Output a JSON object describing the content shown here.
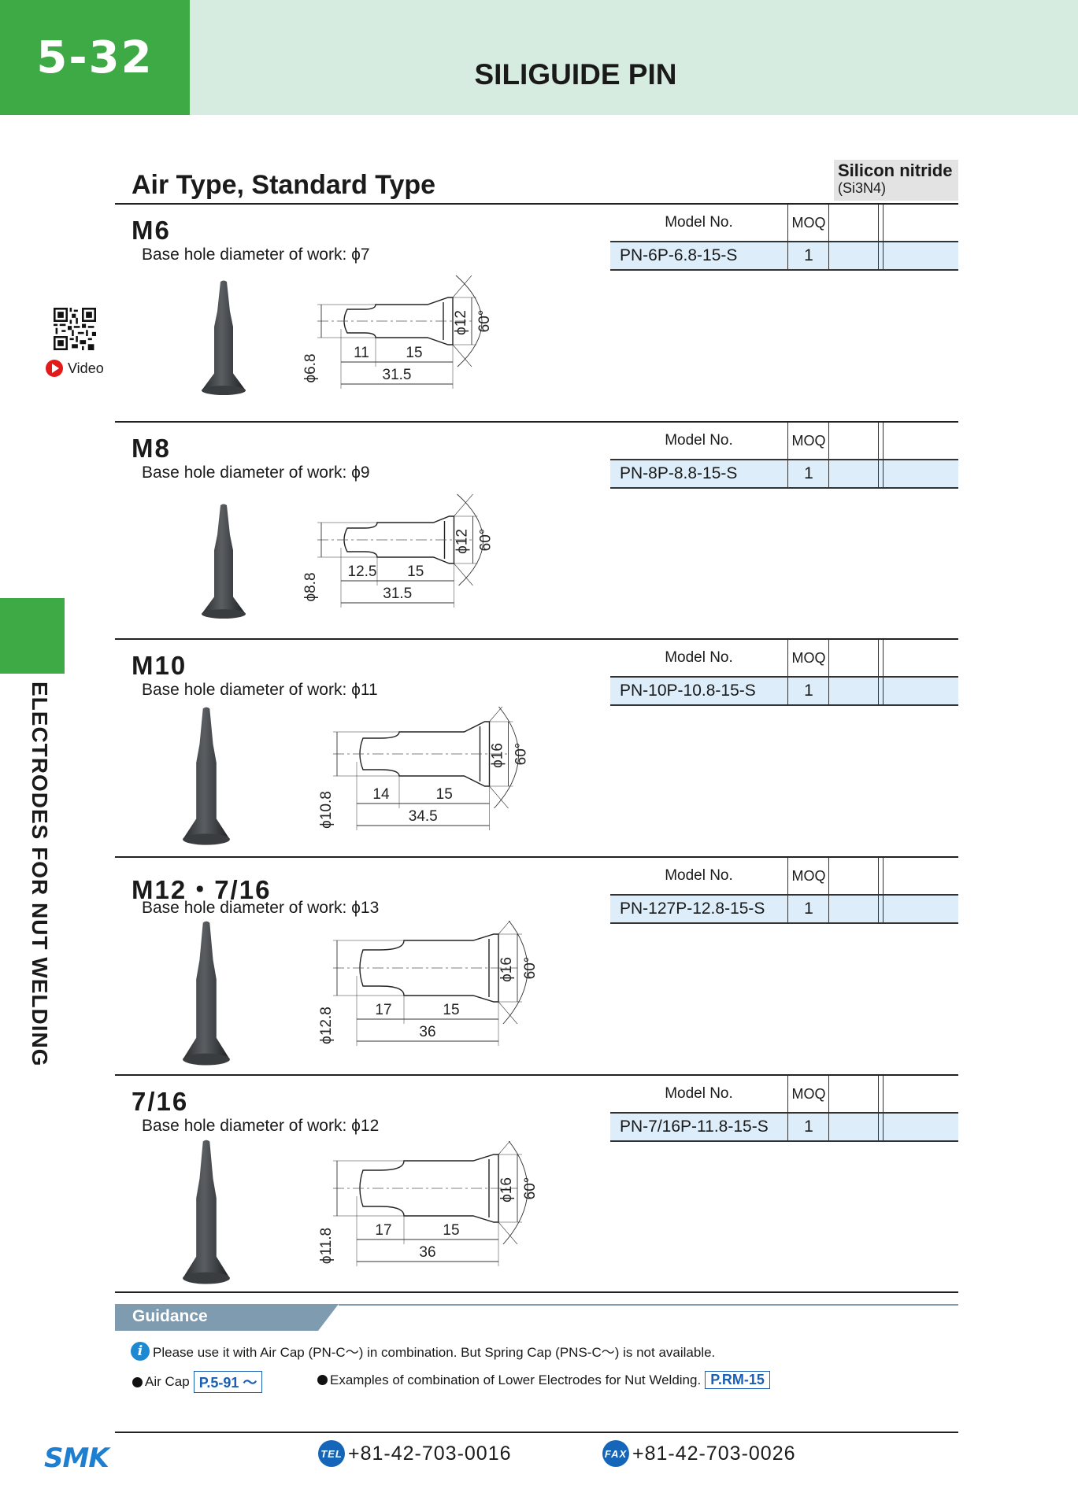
{
  "header": {
    "page_number": "5-32",
    "title": "SILIGUIDE PIN"
  },
  "section_title": "Air Type, Standard Type",
  "material": {
    "name": "Silicon nitride",
    "formula": "(Si3N4)"
  },
  "side_tab": {
    "label": "ELECTRODES FOR NUT WELDING"
  },
  "video": {
    "label": "Video"
  },
  "table_headers": {
    "model": "Model No.",
    "moq": "MOQ"
  },
  "products": [
    {
      "size": "M6",
      "base_hole": "Base hole diameter of work: ϕ7",
      "model": "PN-6P-6.8-15-S",
      "moq": "1",
      "dims": {
        "tip_dia": "ϕ6.8",
        "flange_dia": "ϕ12",
        "angle": "60°",
        "len_a": "11",
        "len_b": "15",
        "total": "31.5"
      }
    },
    {
      "size": "M8",
      "base_hole": "Base hole diameter of work: ϕ9",
      "model": "PN-8P-8.8-15-S",
      "moq": "1",
      "dims": {
        "tip_dia": "ϕ8.8",
        "flange_dia": "ϕ12",
        "angle": "60°",
        "len_a": "12.5",
        "len_b": "15",
        "total": "31.5"
      }
    },
    {
      "size": "M10",
      "base_hole": "Base hole diameter of work: ϕ11",
      "model": "PN-10P-10.8-15-S",
      "moq": "1",
      "dims": {
        "tip_dia": "ϕ10.8",
        "flange_dia": "ϕ16",
        "angle": "60°",
        "len_a": "14",
        "len_b": "15",
        "total": "34.5"
      }
    },
    {
      "size": "M12・7/16",
      "base_hole": "Base hole diameter of work: ϕ13",
      "model": "PN-127P-12.8-15-S",
      "moq": "1",
      "dims": {
        "tip_dia": "ϕ12.8",
        "flange_dia": "ϕ16",
        "angle": "60°",
        "len_a": "17",
        "len_b": "15",
        "total": "36"
      }
    },
    {
      "size": "7/16",
      "base_hole": "Base hole diameter of work: ϕ12",
      "model": "PN-7/16P-11.8-15-S",
      "moq": "1",
      "dims": {
        "tip_dia": "ϕ11.8",
        "flange_dia": "ϕ16",
        "angle": "60°",
        "len_a": "17",
        "len_b": "15",
        "total": "36"
      }
    }
  ],
  "guidance": {
    "label": "Guidance",
    "note": "Please use it with Air Cap (PN-C〜) in combination. But Spring Cap (PNS-C〜) is not available.",
    "ref1_text": "Air Cap",
    "ref1_link": "P.5-91 〜",
    "ref2_text": "Examples of combination of Lower Electrodes for Nut Welding.",
    "ref2_link": "P.RM-15"
  },
  "footer": {
    "brand": "SMK",
    "tel_label": "TEL",
    "tel": "+81-42-703-0016",
    "fax_label": "FAX",
    "fax": "+81-42-703-0026"
  },
  "colors": {
    "green": "#3daa46",
    "header_bg": "#d7ece1",
    "table_row": "#ddeefa",
    "guidance_bar": "#7e9bb0",
    "link": "#1a5fb4"
  }
}
